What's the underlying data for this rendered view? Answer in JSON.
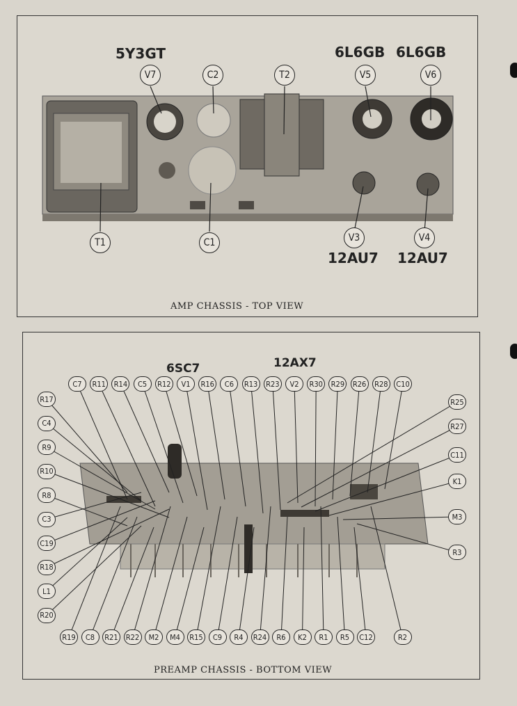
{
  "top_panel": {
    "caption": "AMP CHASSIS - TOP VIEW",
    "tube_types": {
      "v7": "5Y3GT",
      "v5": "6L6GB",
      "v6": "6L6GB",
      "v3": "12AU7",
      "v4": "12AU7"
    },
    "callouts": {
      "v7": "V7",
      "c2": "C2",
      "t2": "T2",
      "v5": "V5",
      "v6": "V6",
      "t1": "T1",
      "c1": "C1",
      "v3": "V3",
      "v4": "V4"
    }
  },
  "bottom_panel": {
    "caption": "PREAMP CHASSIS - BOTTOM VIEW",
    "tube_types": {
      "v1": "6SC7",
      "v2": "12AX7"
    },
    "top_row": [
      "C7",
      "R11",
      "R14",
      "C5",
      "R12",
      "V1",
      "R16",
      "C6",
      "R13",
      "R23",
      "V2",
      "R30",
      "R29",
      "R26",
      "R28",
      "C10"
    ],
    "left_column": [
      "R17",
      "C4",
      "R9",
      "R10",
      "R8",
      "C3",
      "C19",
      "R18",
      "L1",
      "R20"
    ],
    "right_column": [
      "R25",
      "R27",
      "C11",
      "K1",
      "M3",
      "R3"
    ],
    "bottom_row": [
      "R19",
      "C8",
      "R21",
      "R22",
      "M2",
      "M4",
      "R15",
      "C9",
      "R4",
      "R24",
      "R6",
      "K2",
      "R1",
      "R5",
      "C12",
      "R2"
    ]
  }
}
